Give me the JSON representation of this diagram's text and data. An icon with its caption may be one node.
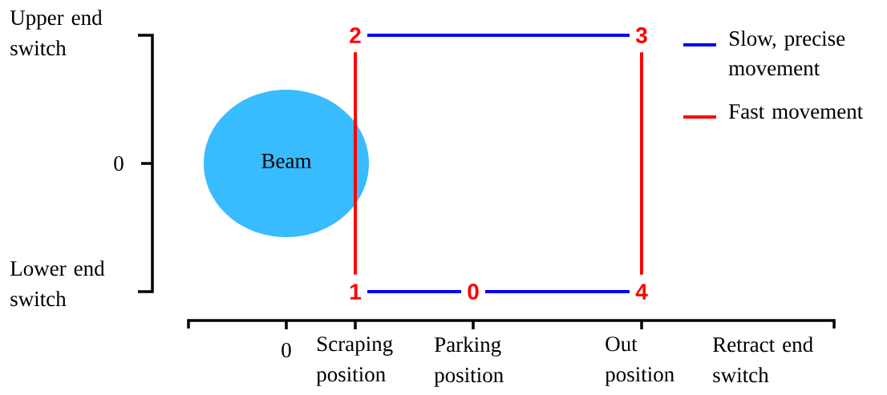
{
  "diagram": {
    "nodes": [
      {
        "text": [
          "2"
        ]
      },
      {
        "text": [
          "3"
        ]
      },
      {
        "text": [
          "1"
        ]
      },
      {
        "text": [
          "0"
        ]
      },
      {
        "text": [
          "4"
        ]
      }
    ],
    "edges": [
      {
        "from": 2,
        "to": 0,
        "arrow": "none",
        "color": "#ff0000"
      },
      {
        "from": 0,
        "to": 1,
        "arrow": "none"
      },
      {
        "from": 1,
        "to": 4,
        "arrow": "none",
        "color": "#ff0000"
      },
      {
        "from": 4,
        "to": 3,
        "arrow": "none"
      },
      {
        "from": 3,
        "to": 2,
        "arrow": "none"
      }
    ],
    "labels": [
      "Upper end switch",
      "0",
      "Beam",
      "Lower end switch",
      "0",
      "Scraping position",
      "Parking position",
      "Out position",
      "Retract end switch"
    ],
    "legend": [
      {
        "text": "Slow, precise movement"
      },
      {
        "text": "Fast movement"
      }
    ]
  }
}
